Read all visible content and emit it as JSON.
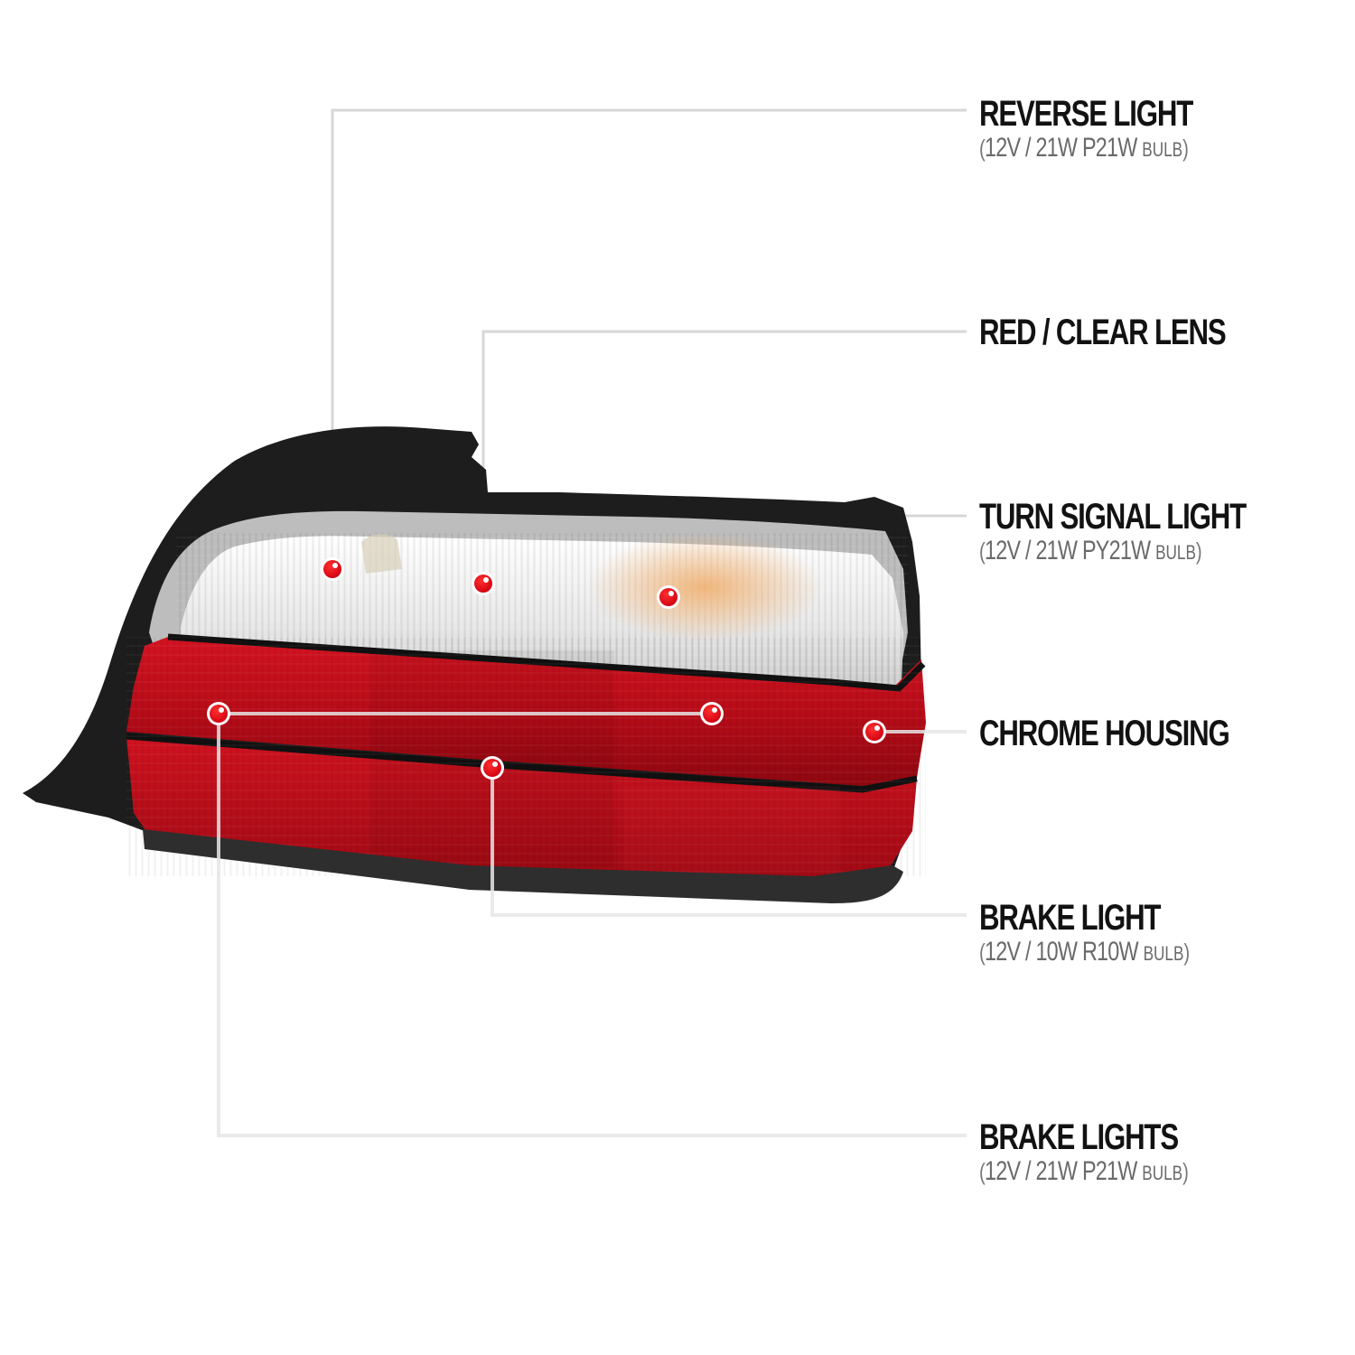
{
  "diagram": {
    "subject": "Tail light assembly (red / clear)",
    "colors": {
      "callout_dot": "#e3000f",
      "leader_line": "#d9d9d9",
      "title_text": "#121212",
      "spec_text": "#6a6a6a",
      "housing_black": "#1c1c1c",
      "lens_red": "#c8101c",
      "lens_clear": "#f2f2f2",
      "amber": "#e6a15c"
    },
    "callouts": [
      {
        "id": "reverse-light",
        "title": "REVERSE LIGHT",
        "spec": {
          "open": "(",
          "text": "12V / 21W  P21W",
          "bulb": "BULB",
          "close": ")"
        }
      },
      {
        "id": "red-clear-lens",
        "title": "RED / CLEAR LENS",
        "spec": null
      },
      {
        "id": "turn-signal-light",
        "title": "TURN SIGNAL LIGHT",
        "spec": {
          "open": "(",
          "text": "12V / 21W  PY21W",
          "bulb": "BULB",
          "close": ")"
        }
      },
      {
        "id": "chrome-housing",
        "title": "CHROME HOUSING",
        "spec": null
      },
      {
        "id": "brake-light",
        "title": "BRAKE LIGHT",
        "spec": {
          "open": "(",
          "text": "12V / 10W  R10W",
          "bulb": "BULB",
          "close": ")"
        }
      },
      {
        "id": "brake-lights",
        "title": "BRAKE LIGHTS",
        "spec": {
          "open": "(",
          "text": "12V / 21W  P21W",
          "bulb": "BULB",
          "close": ")"
        }
      }
    ]
  }
}
